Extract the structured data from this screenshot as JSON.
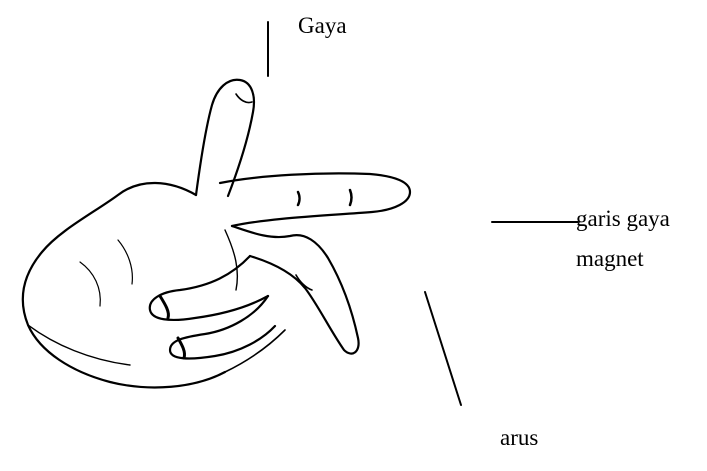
{
  "diagram": {
    "labels": {
      "force": "Gaya",
      "field_line1": "garis gaya",
      "field_line2": "magnet",
      "current": "arus"
    },
    "hand_illustration": "hand-illustration",
    "ink_color": "#000000",
    "background_color": "#ffffff"
  }
}
